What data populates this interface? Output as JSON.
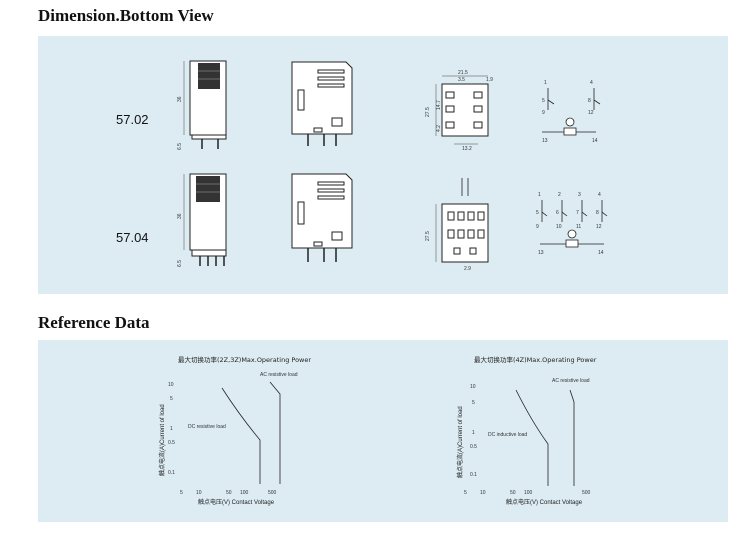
{
  "dimension": {
    "heading": "Dimension.Bottom View",
    "models": [
      {
        "name": "57.02",
        "side_height": "36",
        "pin_length": "6.5",
        "top_dims": [
          "21.5",
          "3.5",
          "1.9"
        ],
        "left_dims": [
          "27.5",
          "14.7",
          "4.2"
        ],
        "bottom_dim": "13.2",
        "terminal_labels": [
          "1",
          "4",
          "5",
          "8",
          "9",
          "12",
          "13",
          "14"
        ]
      },
      {
        "name": "57.04",
        "side_height": "36",
        "pin_length": "6.5",
        "left_dims": [
          "27.5"
        ],
        "bottom_dim": "2.9",
        "terminal_labels": [
          "1",
          "2",
          "3",
          "4",
          "5",
          "6",
          "7",
          "8",
          "9",
          "10",
          "11",
          "12",
          "13",
          "14"
        ]
      }
    ]
  },
  "reference": {
    "heading": "Reference Data",
    "charts": [
      {
        "title": "最大切换功率(2Z,3Z)Max.Operating Power",
        "ylabel": "触点电流(A)Current of load",
        "xlabel": "触点电压(V) Contact Voltage",
        "yticks": [
          "10",
          "5",
          "1",
          "0.5",
          "0.1"
        ],
        "xticks": [
          "5",
          "10",
          "50",
          "100",
          "500"
        ],
        "annotations": [
          "AC resistive load",
          "DC resistive load"
        ]
      },
      {
        "title": "最大切换功率(4Z)Max.Operating Power",
        "ylabel": "触点电流(A)Current of load",
        "xlabel": "触点电压(V) Contact Voltage",
        "yticks": [
          "10",
          "5",
          "1",
          "0.5",
          "0.1"
        ],
        "xticks": [
          "5",
          "10",
          "50",
          "100",
          "500"
        ],
        "annotations": [
          "AC resistive load",
          "DC inductive load"
        ]
      }
    ]
  }
}
